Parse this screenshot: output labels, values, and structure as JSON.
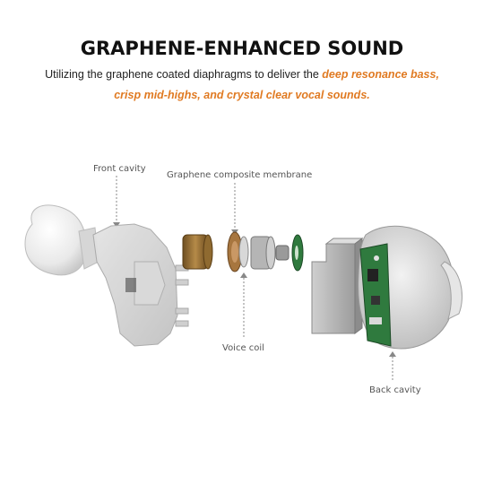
{
  "heading": "GRAPHENE-ENHANCED SOUND",
  "description": {
    "intro": "Utilizing the graphene coated diaphragms to deliver the ",
    "highlight_line1": "deep resonance bass,",
    "highlight_line2": "crisp mid-highs, and crystal clear vocal sounds."
  },
  "callouts": {
    "front_cavity": "Front cavity",
    "membrane": "Graphene composite membrane",
    "voice_coil": "Voice coil",
    "back_cavity": "Back cavity"
  },
  "colors": {
    "accent": "#e07a22",
    "pcb_green": "#2f7a3e",
    "copper": "#b8793a"
  }
}
